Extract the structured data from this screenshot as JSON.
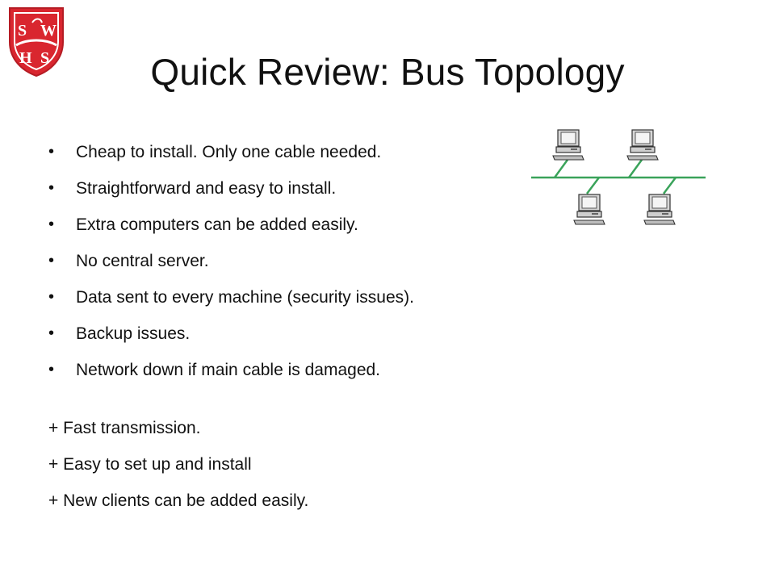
{
  "logo": {
    "letters": [
      "S",
      "W",
      "H",
      "S"
    ],
    "color": "#d9262f"
  },
  "slide": {
    "title": "Quick Review: Bus Topology",
    "bullet_symbol": "•",
    "bullets": [
      "Cheap to install. Only one cable needed.",
      "Straightforward and easy to install.",
      "Extra computers can be added easily.",
      "No central server.",
      "Data sent to every machine (security issues).",
      "Backup issues.",
      "Network down if main cable is damaged."
    ],
    "advantages": [
      "+ Fast transmission.",
      "+ Easy to set up and install",
      "+ New clients can be added easily."
    ]
  },
  "diagram": {
    "cable_color": "#3aa35a",
    "computer_icon": "desktop-computer-icon",
    "computer_count": 4
  }
}
